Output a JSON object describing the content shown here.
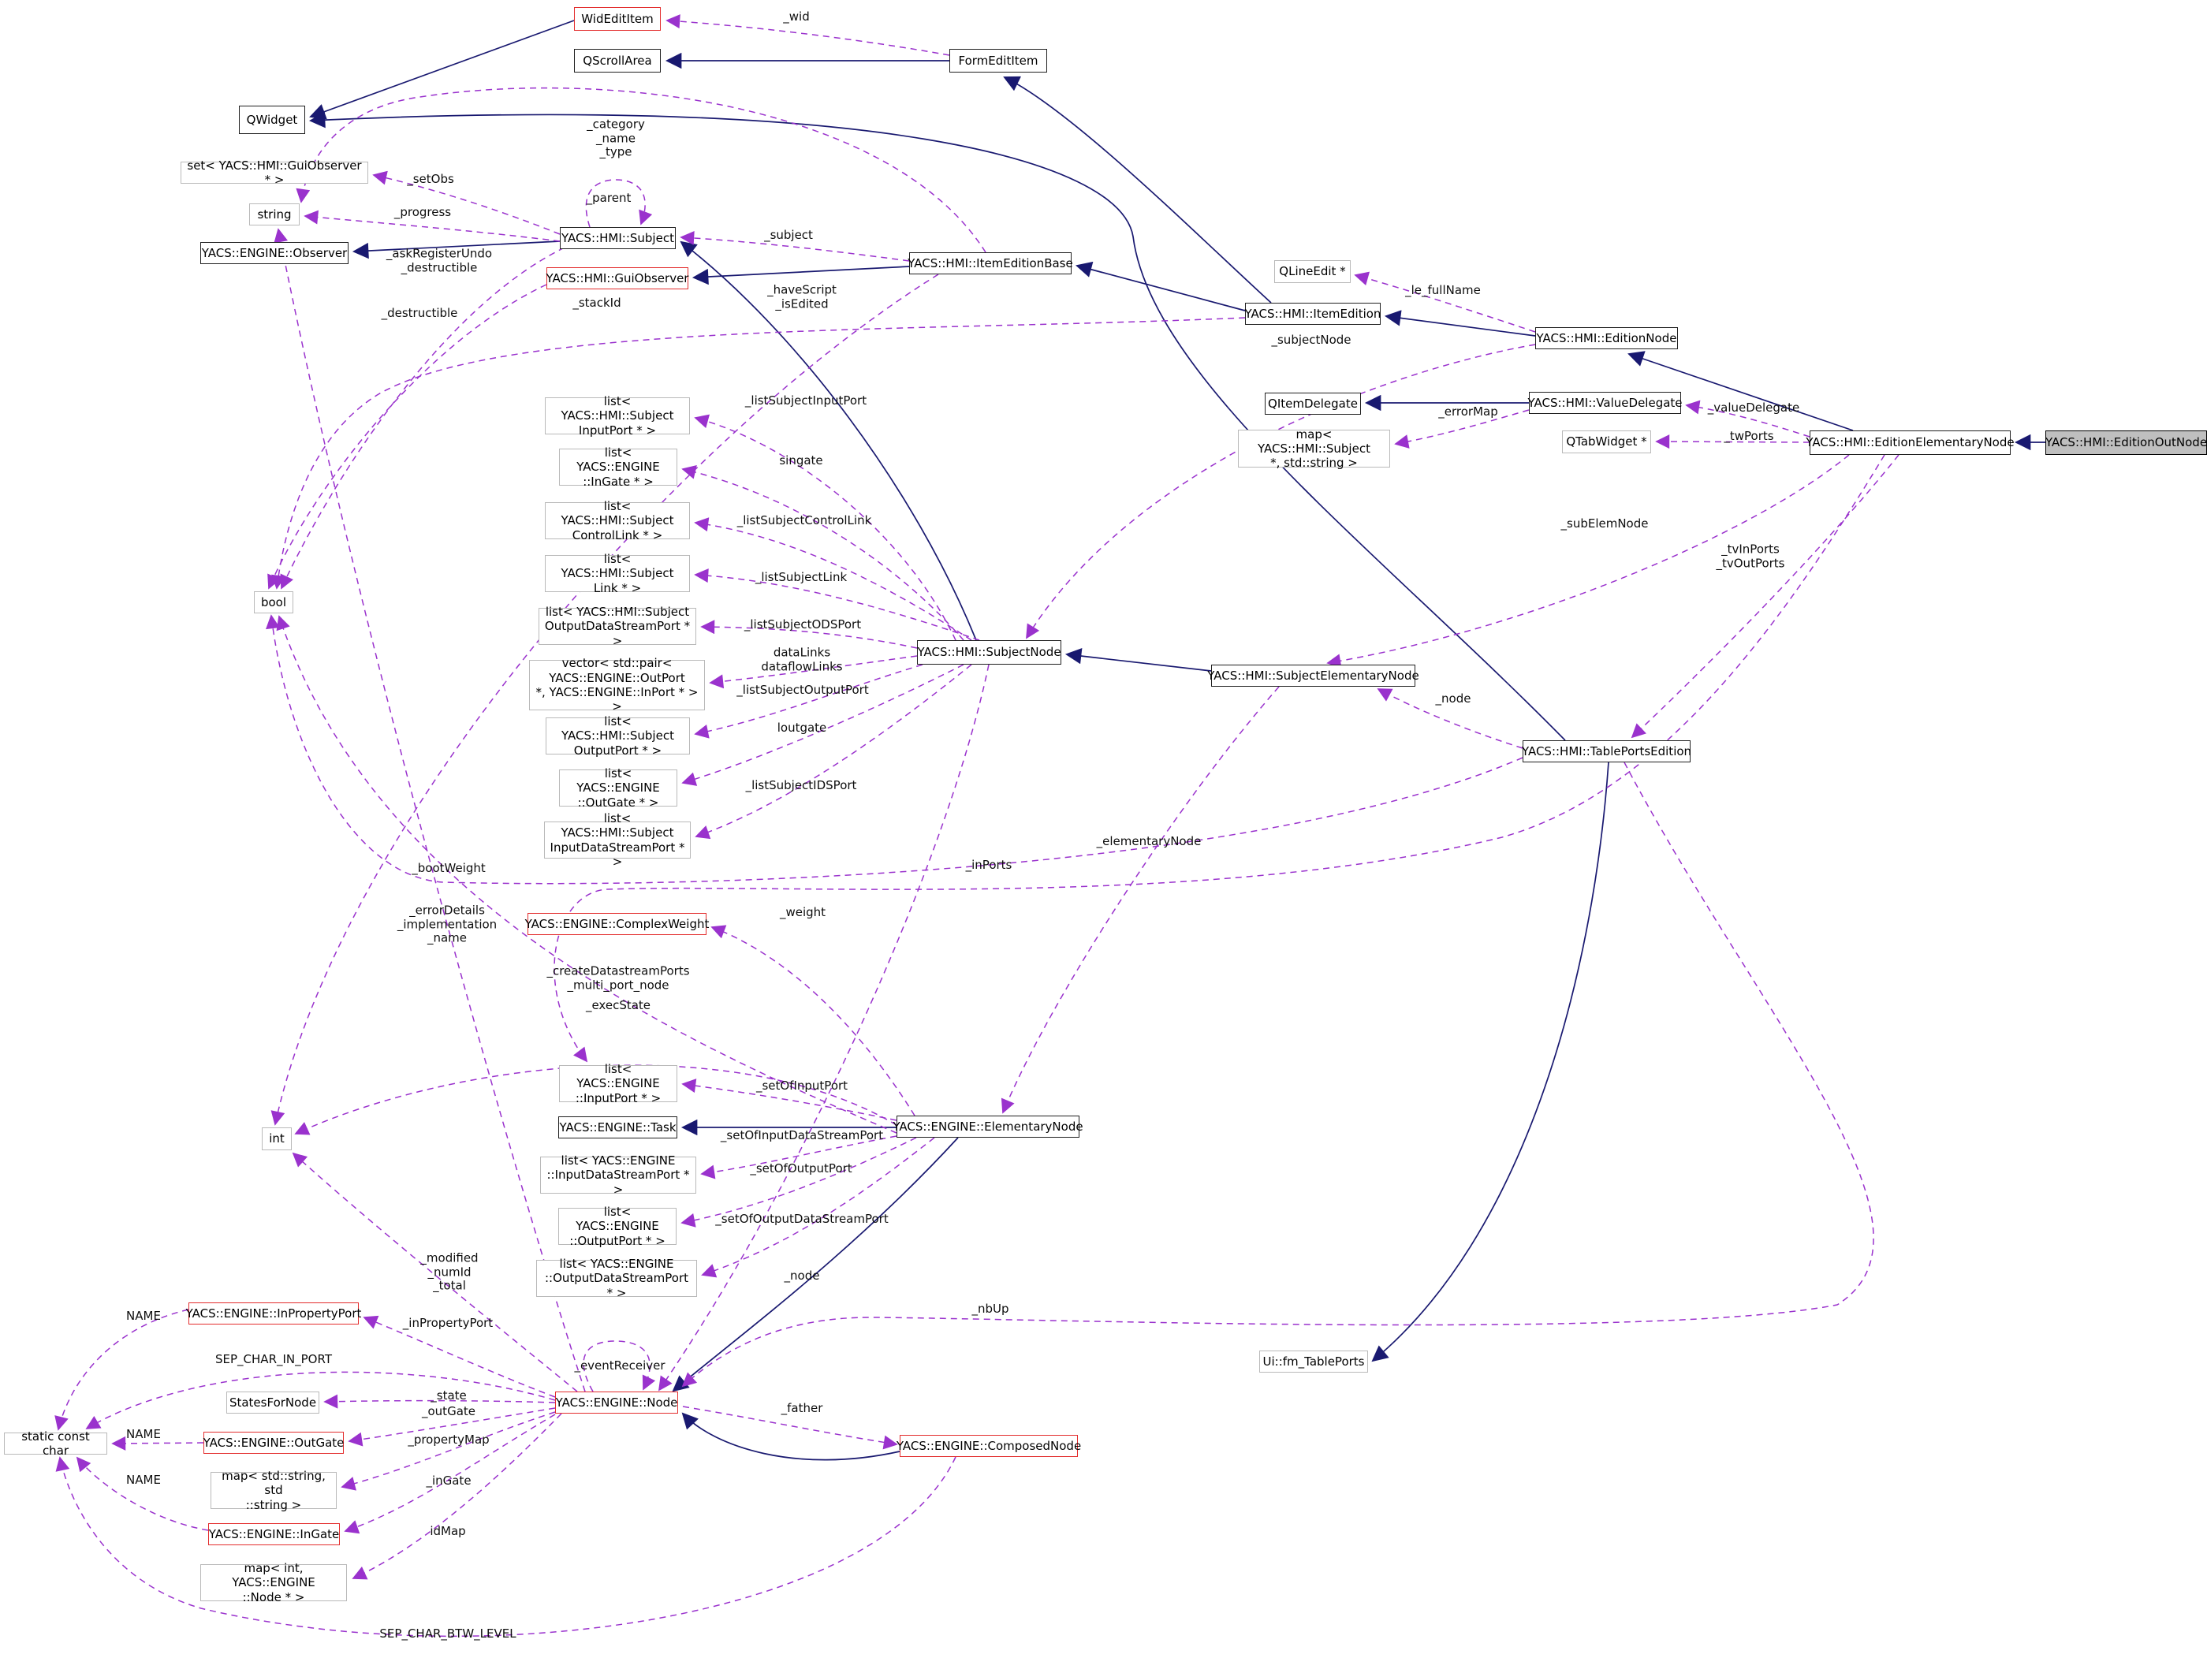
{
  "diagram": {
    "type": "class-collaboration-graph",
    "main_class": "YACS::HMI::EditionOutNode",
    "colors": {
      "inheritance_edge": "#191970",
      "usage_edge": "#9a32cd",
      "class_border": "#1f1f1f",
      "referenced_class_border": "#e32d2d",
      "template_border": "#b9b9b9",
      "main_node_fill": "#bfbfbf",
      "background": "#ffffff"
    },
    "nodes": {
      "qwidget": "QWidget",
      "wideditem": "WidEditItem",
      "qscrollarea": "QScrollArea",
      "formedititem": "FormEditItem",
      "set_guiobserver": "set< YACS::HMI::GuiObserver * >",
      "stringbox": "string",
      "subject": "YACS::HMI::Subject",
      "observer": "YACS::ENGINE::Observer",
      "guiobserver": "YACS::HMI::GuiObserver",
      "itemeditionbase": "YACS::HMI::ItemEditionBase",
      "qlineedit": "QLineEdit *",
      "itemedition": "YACS::HMI::ItemEdition",
      "editionnode": "YACS::HMI::EditionNode",
      "qitemdelegate": "QItemDelegate",
      "valuedelegate": "YACS::HMI::ValueDelegate",
      "map_subject_string": "map< YACS::HMI::Subject\n*, std::string >",
      "qtabwidget": "QTabWidget *",
      "editionelementarynode": "YACS::HMI::EditionElementaryNode",
      "editionoutnode": "YACS::HMI::EditionOutNode",
      "list_subjectinputport": "list< YACS::HMI::Subject\nInputPort * >",
      "list_ingate": "list< YACS::ENGINE\n::InGate * >",
      "list_subjectcontrollink": "list< YACS::HMI::Subject\nControlLink * >",
      "list_subjectlink": "list< YACS::HMI::Subject\nLink * >",
      "list_subjectodsport": "list< YACS::HMI::Subject\nOutputDataStreamPort * >",
      "vector_pair": "vector< std::pair<\nYACS::ENGINE::OutPort\n*, YACS::ENGINE::InPort * > >",
      "subjectnode": "YACS::HMI::SubjectNode",
      "list_subjectoutputport": "list< YACS::HMI::Subject\nOutputPort * >",
      "list_outgate": "list< YACS::ENGINE\n::OutGate * >",
      "list_subjectidsport": "list< YACS::HMI::Subject\nInputDataStreamPort * >",
      "subjectelementarynode": "YACS::HMI::SubjectElementaryNode",
      "tableportsedition": "YACS::HMI::TablePortsEdition",
      "boolbox": "bool",
      "complexweight": "YACS::ENGINE::ComplexWeight",
      "intbox": "int",
      "list_inputport": "list< YACS::ENGINE\n::InputPort * >",
      "task": "YACS::ENGINE::Task",
      "elementarynode": "YACS::ENGINE::ElementaryNode",
      "list_inputdatastreamport": "list< YACS::ENGINE\n::InputDataStreamPort * >",
      "list_outputport": "list< YACS::ENGINE\n::OutputPort * >",
      "list_outputdatastreamport": "list< YACS::ENGINE\n::OutputDataStreamPort * >",
      "inpropertyport": "YACS::ENGINE::InPropertyPort",
      "statesfornode": "StatesForNode",
      "static_const_char": "static const char",
      "outgate": "YACS::ENGINE::OutGate",
      "map_string_string": "map< std::string, std\n::string >",
      "ingate": "YACS::ENGINE::InGate",
      "map_int_node": "map< int, YACS::ENGINE\n::Node * >",
      "node": "YACS::ENGINE::Node",
      "composednode": "YACS::ENGINE::ComposedNode",
      "ui_fm_tableports": "Ui::fm_TablePorts"
    },
    "edge_labels": {
      "wid": "_wid",
      "cat": "_category\n_name\n_type",
      "setobs": "_setObs",
      "progress": "_progress",
      "parent": "_parent",
      "subj": "_subject",
      "askreg": "_askRegisterUndo\n_destructible",
      "destructible": "_destructible",
      "stackid": "_stackId",
      "havescript": "_haveScript\n_isEdited",
      "lefullname": "_le_fullName",
      "subjectnode_l": "_subjectNode",
      "errormap": "_errorMap",
      "valuedelegate_l": "_valueDelegate",
      "twports": "_twPorts",
      "subelemnode": "_subElemNode",
      "tvports": "_tvInPorts\n_tvOutPorts",
      "lsinputport": "_listSubjectInputPort",
      "singate": "singate",
      "lscontrollink": "_listSubjectControlLink",
      "lslink": "_listSubjectLink",
      "lsodsport": "_listSubjectODSPort",
      "datalinks": "dataLinks\ndataflowLinks",
      "lsoutputport": "_listSubjectOutputPort",
      "loutgate": "loutgate",
      "lsidsport": "_listSubjectIDSPort",
      "node_sen": "_node",
      "elementarynode_l": "_elementaryNode",
      "inports": "_inPorts",
      "bootweight": "_bootWeight",
      "errordetails": "_errorDetails\n_implementation\n_name",
      "weight": "_weight",
      "createds": "_createDatastreamPorts\n_multi_port_node",
      "execstate": "_execState",
      "setofinputport": "_setOfInputPort",
      "setofinputds": "_setOfInputDataStreamPort",
      "setofoutputport": "_setOfOutputPort",
      "setofoutputds": "_setOfOutputDataStreamPort",
      "node_engine": "_node",
      "modified": "_modified\n_numId\n_total",
      "name1": "NAME",
      "inpropertyport_l": "_inPropertyPort",
      "sepcharinport": "SEP_CHAR_IN_PORT",
      "state": "_state",
      "outgate_l": "_outGate",
      "name2": "NAME",
      "propertymap": "_propertyMap",
      "name3": "NAME",
      "ingate_l": "_inGate",
      "idmap": "idMap",
      "eventreceiver": "_eventReceiver",
      "father": "_father",
      "nbup": "_nbUp",
      "sepcharbtw": "SEP_CHAR_BTW_LEVEL"
    },
    "edges": [
      {
        "from": "wideditem",
        "to": "qwidget",
        "kind": "inheritance"
      },
      {
        "from": "formedititem",
        "to": "qscrollarea",
        "kind": "inheritance"
      },
      {
        "from": "itemedition",
        "to": "formedititem",
        "kind": "inheritance"
      },
      {
        "from": "itemedition",
        "to": "itemeditionbase",
        "kind": "inheritance"
      },
      {
        "from": "editionnode",
        "to": "itemedition",
        "kind": "inheritance"
      },
      {
        "from": "editionelementarynode",
        "to": "editionnode",
        "kind": "inheritance"
      },
      {
        "from": "editionoutnode",
        "to": "editionelementarynode",
        "kind": "inheritance"
      },
      {
        "from": "itemeditionbase",
        "to": "guiobserver",
        "kind": "inheritance"
      },
      {
        "from": "subject",
        "to": "observer",
        "kind": "inheritance"
      },
      {
        "from": "subjectnode",
        "to": "subject",
        "kind": "inheritance"
      },
      {
        "from": "subjectelementarynode",
        "to": "subjectnode",
        "kind": "inheritance"
      },
      {
        "from": "elementarynode",
        "to": "task",
        "kind": "inheritance"
      },
      {
        "from": "elementarynode",
        "to": "node",
        "kind": "inheritance"
      },
      {
        "from": "composednode",
        "to": "node",
        "kind": "inheritance"
      },
      {
        "from": "tableportsedition",
        "to": "qwidget",
        "kind": "inheritance"
      },
      {
        "from": "tableportsedition",
        "to": "ui_fm_tableports",
        "kind": "inheritance"
      },
      {
        "from": "valuedelegate",
        "to": "qitemdelegate",
        "kind": "inheritance"
      },
      {
        "from": "formedititem",
        "to": "wideditem",
        "kind": "usage",
        "label": "wid"
      },
      {
        "from": "itemeditionbase",
        "to": "stringbox",
        "kind": "usage",
        "label": "cat"
      },
      {
        "from": "subject",
        "to": "set_guiobserver",
        "kind": "usage",
        "label": "setobs"
      },
      {
        "from": "subject",
        "to": "stringbox",
        "kind": "usage",
        "label": "progress"
      },
      {
        "from": "subject",
        "to": "subject",
        "kind": "usage",
        "label": "parent"
      },
      {
        "from": "itemeditionbase",
        "to": "subject",
        "kind": "usage",
        "label": "subj"
      },
      {
        "from": "subject",
        "to": "boolbox",
        "kind": "usage",
        "label": "askreg"
      },
      {
        "from": "guiobserver",
        "to": "boolbox",
        "kind": "usage",
        "label": "destructible"
      },
      {
        "from": "itemeditionbase",
        "to": "intbox",
        "kind": "usage",
        "label": "stackid"
      },
      {
        "from": "itemedition",
        "to": "boolbox",
        "kind": "usage",
        "label": "havescript"
      },
      {
        "from": "editionnode",
        "to": "qlineedit",
        "kind": "usage",
        "label": "lefullname"
      },
      {
        "from": "editionnode",
        "to": "subjectnode",
        "kind": "usage",
        "label": "subjectnode_l"
      },
      {
        "from": "valuedelegate",
        "to": "map_subject_string",
        "kind": "usage",
        "label": "errormap"
      },
      {
        "from": "editionelementarynode",
        "to": "valuedelegate",
        "kind": "usage",
        "label": "valuedelegate_l"
      },
      {
        "from": "editionelementarynode",
        "to": "qtabwidget",
        "kind": "usage",
        "label": "twports"
      },
      {
        "from": "editionelementarynode",
        "to": "subjectelementarynode",
        "kind": "usage",
        "label": "subelemnode"
      },
      {
        "from": "editionelementarynode",
        "to": "tableportsedition",
        "kind": "usage",
        "label": "tvports"
      },
      {
        "from": "tableportsedition",
        "to": "subjectelementarynode",
        "kind": "usage",
        "label": "node_sen"
      },
      {
        "from": "subjectelementarynode",
        "to": "elementarynode",
        "kind": "usage",
        "label": "elementarynode_l"
      },
      {
        "from": "subjectnode",
        "to": "list_subjectinputport",
        "kind": "usage",
        "label": "lsinputport"
      },
      {
        "from": "subjectnode",
        "to": "list_ingate",
        "kind": "usage",
        "label": "singate"
      },
      {
        "from": "subjectnode",
        "to": "list_subjectcontrollink",
        "kind": "usage",
        "label": "lscontrollink"
      },
      {
        "from": "subjectnode",
        "to": "list_subjectlink",
        "kind": "usage",
        "label": "lslink"
      },
      {
        "from": "subjectnode",
        "to": "list_subjectodsport",
        "kind": "usage",
        "label": "lsodsport"
      },
      {
        "from": "subjectnode",
        "to": "vector_pair",
        "kind": "usage",
        "label": "datalinks"
      },
      {
        "from": "subjectnode",
        "to": "list_subjectoutputport",
        "kind": "usage",
        "label": "lsoutputport"
      },
      {
        "from": "subjectnode",
        "to": "list_outgate",
        "kind": "usage",
        "label": "loutgate"
      },
      {
        "from": "subjectnode",
        "to": "list_subjectidsport",
        "kind": "usage",
        "label": "lsidsport"
      },
      {
        "from": "subjectnode",
        "to": "node",
        "kind": "usage",
        "label": "node_engine"
      },
      {
        "from": "elementarynode",
        "to": "complexweight",
        "kind": "usage",
        "label": "weight"
      },
      {
        "from": "elementarynode",
        "to": "boolbox",
        "kind": "usage",
        "label": "createds"
      },
      {
        "from": "elementarynode",
        "to": "intbox",
        "kind": "usage",
        "label": "execstate"
      },
      {
        "from": "elementarynode",
        "to": "list_inputport",
        "kind": "usage",
        "label": "setofinputport"
      },
      {
        "from": "elementarynode",
        "to": "list_inputdatastreamport",
        "kind": "usage",
        "label": "setofinputds"
      },
      {
        "from": "elementarynode",
        "to": "list_outputport",
        "kind": "usage",
        "label": "setofoutputport"
      },
      {
        "from": "elementarynode",
        "to": "list_outputdatastreamport",
        "kind": "usage",
        "label": "setofoutputds"
      },
      {
        "from": "node",
        "to": "inpropertyport",
        "kind": "usage",
        "label": "inpropertyport_l"
      },
      {
        "from": "node",
        "to": "static_const_char",
        "kind": "usage",
        "label": "sepcharinport"
      },
      {
        "from": "node",
        "to": "statesfornode",
        "kind": "usage",
        "label": "state"
      },
      {
        "from": "node",
        "to": "outgate",
        "kind": "usage",
        "label": "outgate_l"
      },
      {
        "from": "node",
        "to": "map_string_string",
        "kind": "usage",
        "label": "propertymap"
      },
      {
        "from": "node",
        "to": "ingate",
        "kind": "usage",
        "label": "ingate_l"
      },
      {
        "from": "node",
        "to": "map_int_node",
        "kind": "usage",
        "label": "idmap"
      },
      {
        "from": "node",
        "to": "stringbox",
        "kind": "usage",
        "label": "errordetails"
      },
      {
        "from": "node",
        "to": "intbox",
        "kind": "usage",
        "label": "modified"
      },
      {
        "from": "node",
        "to": "node",
        "kind": "usage",
        "label": "eventreceiver"
      },
      {
        "from": "node",
        "to": "composednode",
        "kind": "usage",
        "label": "father"
      },
      {
        "from": "inpropertyport",
        "to": "static_const_char",
        "kind": "usage",
        "label": "name1"
      },
      {
        "from": "outgate",
        "to": "static_const_char",
        "kind": "usage",
        "label": "name2"
      },
      {
        "from": "ingate",
        "to": "static_const_char",
        "kind": "usage",
        "label": "name3"
      },
      {
        "from": "composednode",
        "to": "static_const_char",
        "kind": "usage",
        "label": "sepcharbtw"
      },
      {
        "from": "tableportsedition",
        "to": "boolbox",
        "kind": "usage",
        "label": "bootweight"
      },
      {
        "from": "editionelementarynode",
        "to": "list_inputport",
        "kind": "usage",
        "label": "inports"
      },
      {
        "from": "tableportsedition",
        "to": "node",
        "kind": "usage",
        "label": "nbup"
      }
    ]
  }
}
